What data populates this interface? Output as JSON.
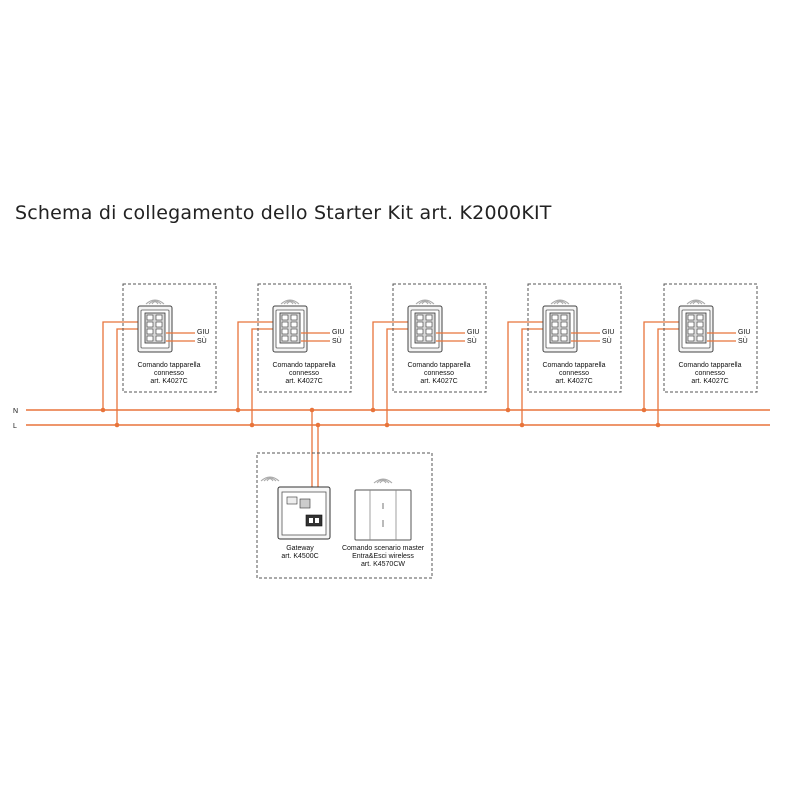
{
  "title": "Schema di collegamento dello Starter Kit art. K2000KIT",
  "rails": {
    "neutral": "N",
    "line": "L"
  },
  "wire_color": "#e8743b",
  "shutter_modules": [
    {
      "line1": "Comando tapparella",
      "line2": "connesso",
      "line3": "art. K4027C",
      "down": "GIU",
      "up": "SÙ"
    },
    {
      "line1": "Comando tapparella",
      "line2": "connesso",
      "line3": "art. K4027C",
      "down": "GIU",
      "up": "SÙ"
    },
    {
      "line1": "Comando tapparella",
      "line2": "connesso",
      "line3": "art. K4027C",
      "down": "GIU",
      "up": "SÙ"
    },
    {
      "line1": "Comando tapparella",
      "line2": "connesso",
      "line3": "art. K4027C",
      "down": "GIU",
      "up": "SÙ"
    },
    {
      "line1": "Comando tapparella",
      "line2": "connesso",
      "line3": "art. K4027C",
      "down": "GIU",
      "up": "SÙ"
    }
  ],
  "gateway": {
    "line1": "Gateway",
    "line2": "art.  K4500C"
  },
  "scenario_master": {
    "line1": "Comando scenario master",
    "line2": "Entra&Esci wireless",
    "line3": "art. K4570CW"
  }
}
